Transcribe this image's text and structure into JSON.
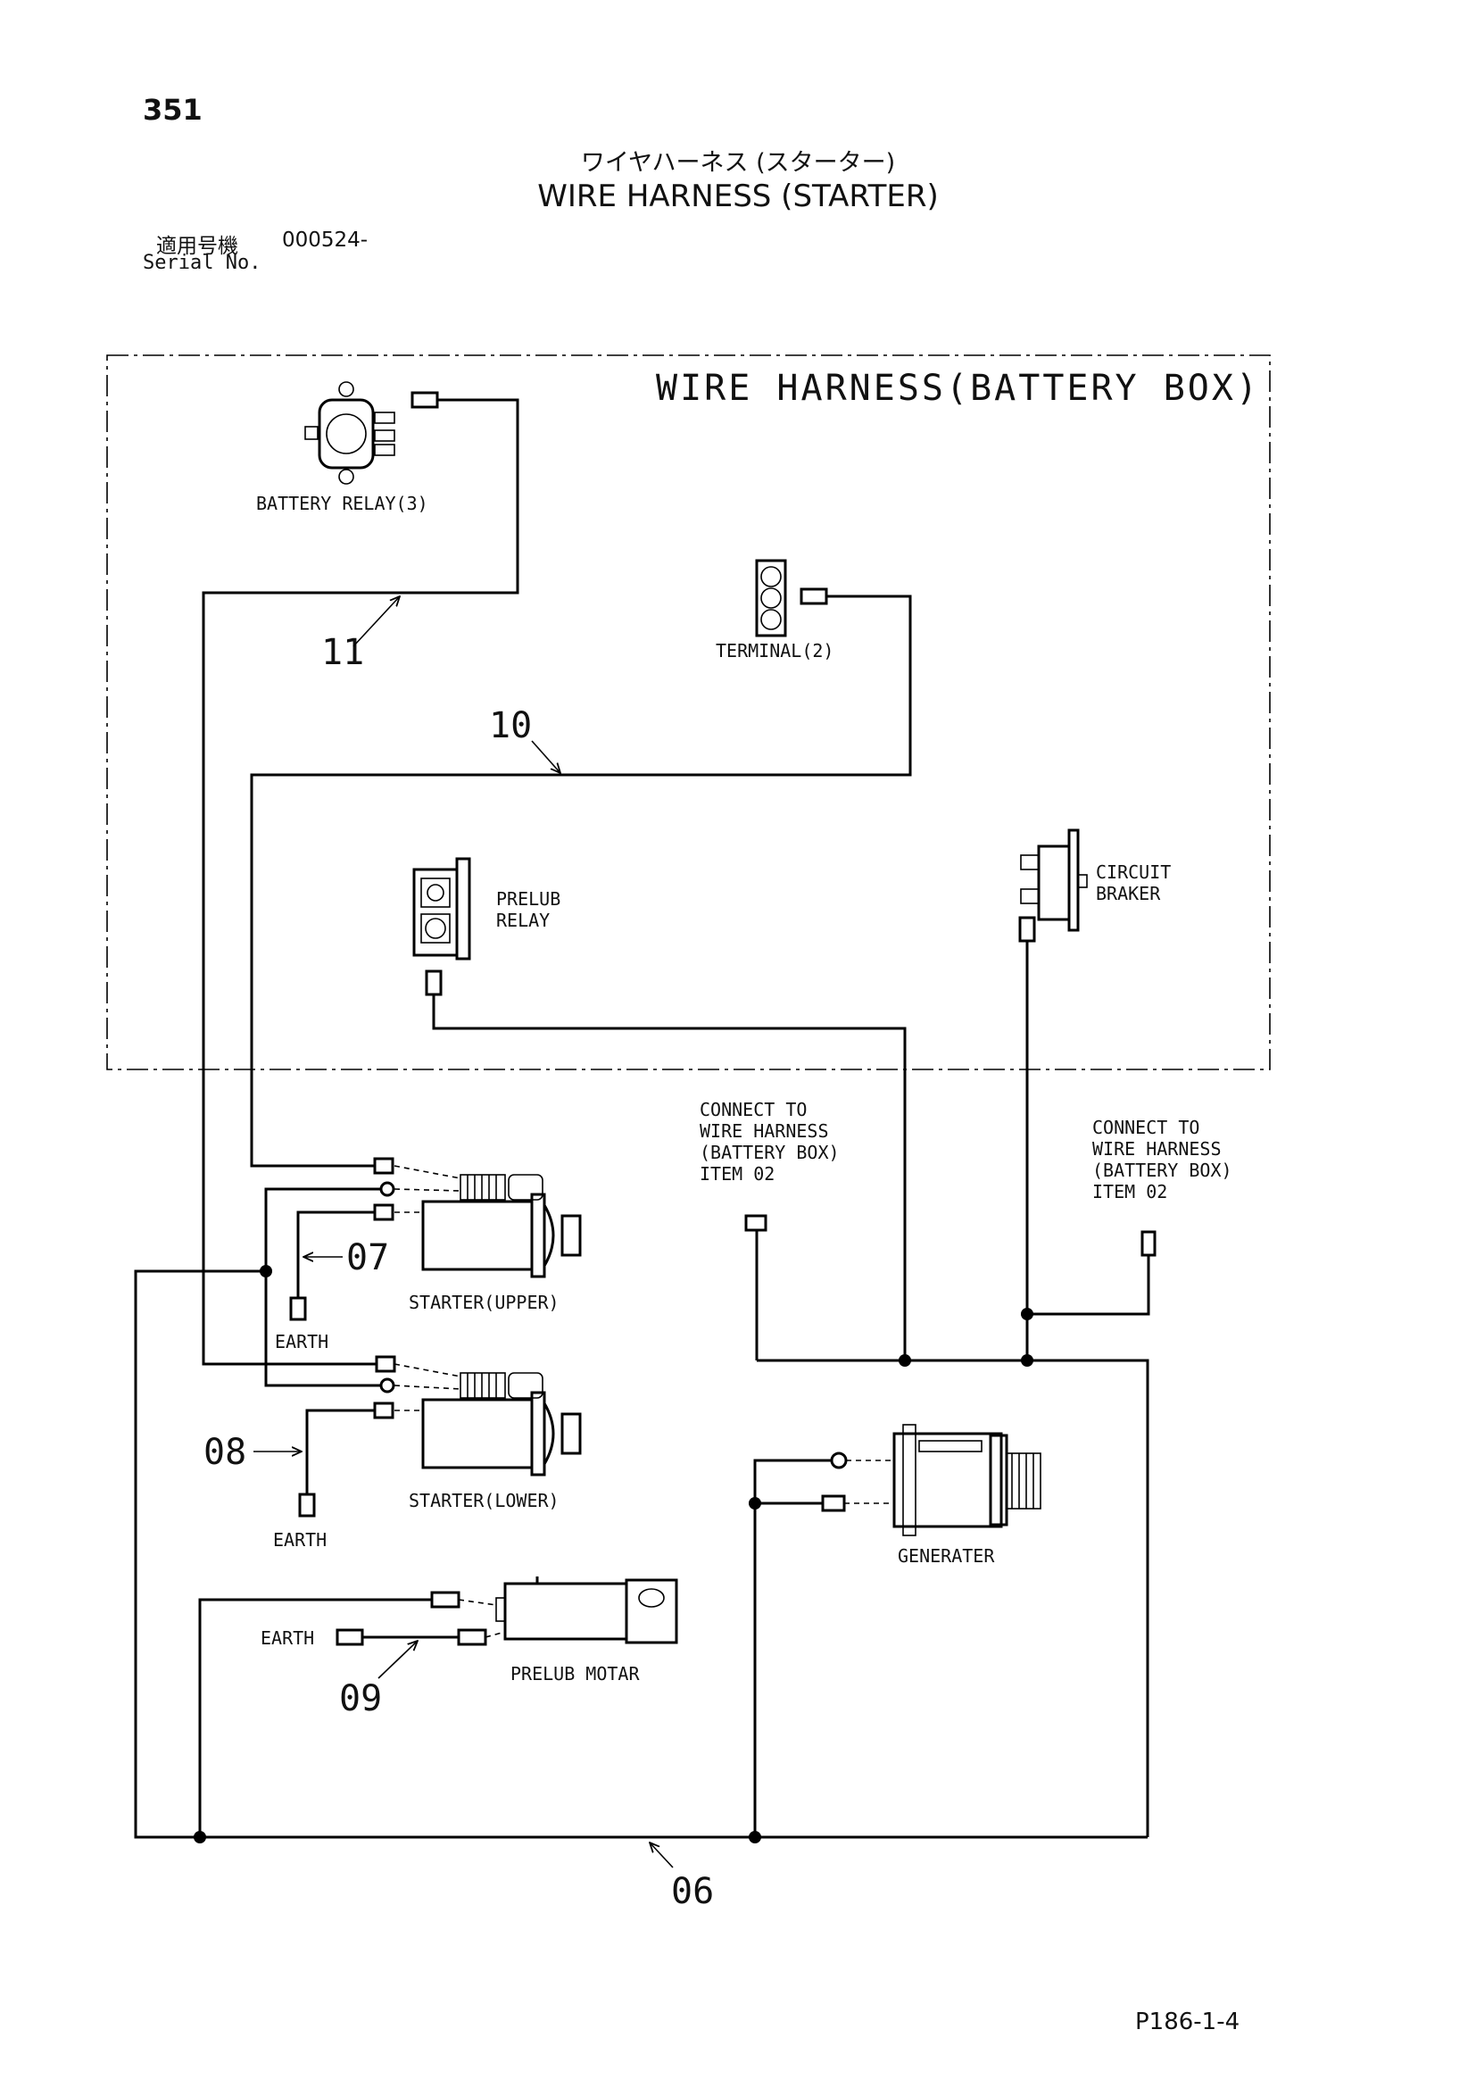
{
  "page": {
    "number": "351",
    "title_jp": "ワイヤハーネス (スターター)",
    "title_en": "WIRE HARNESS (STARTER)",
    "serial_label_jp": "適用号機",
    "serial_value": "000524-",
    "serial_label_en": "Serial No.",
    "drawing_code": "P186-1-4"
  },
  "diagram": {
    "battery_box_title": "WIRE HARNESS(BATTERY BOX)",
    "components": {
      "battery_relay": "BATTERY RELAY(3)",
      "terminal": "TERMINAL(2)",
      "prelub_relay_1": "PRELUB",
      "prelub_relay_2": "RELAY",
      "circuit_braker_1": "CIRCUIT",
      "circuit_braker_2": "BRAKER",
      "starter_upper": "STARTER(UPPER)",
      "starter_lower": "STARTER(LOWER)",
      "generater": "GENERATER",
      "prelub_motar": "PRELUB MOTAR",
      "earth": "EARTH"
    },
    "connect_note_lines": [
      "CONNECT TO",
      "WIRE HARNESS",
      "(BATTERY BOX)",
      "ITEM 02"
    ],
    "item_numbers": {
      "i06": "06",
      "i07": "07",
      "i08": "08",
      "i09": "09",
      "i10": "10",
      "i11": "11"
    }
  }
}
